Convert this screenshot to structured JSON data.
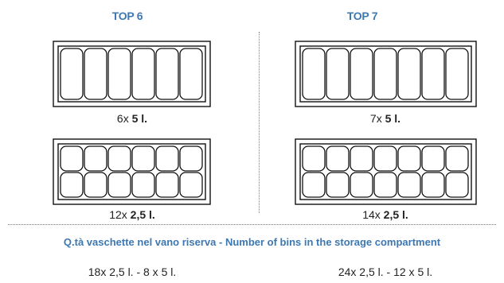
{
  "top6": {
    "title": "TOP 6",
    "config_a": {
      "count": "6x",
      "size": "5 l."
    },
    "config_b": {
      "count": "12x",
      "size": "2,5 l."
    }
  },
  "top7": {
    "title": "TOP 7",
    "config_a": {
      "count": "7x",
      "size": "5 l."
    },
    "config_b": {
      "count": "14x",
      "size": "2,5 l."
    }
  },
  "storage": {
    "title": "Q.tà vaschette nel vano riserva - Number of bins in the storage compartment",
    "top6_count": "18x 2,5 l. - 8 x 5 l.",
    "top7_count": "24x 2,5 l. - 12 x 5 l."
  },
  "colors": {
    "accent": "#3d78b3",
    "text": "#222222",
    "line": "#111111"
  }
}
